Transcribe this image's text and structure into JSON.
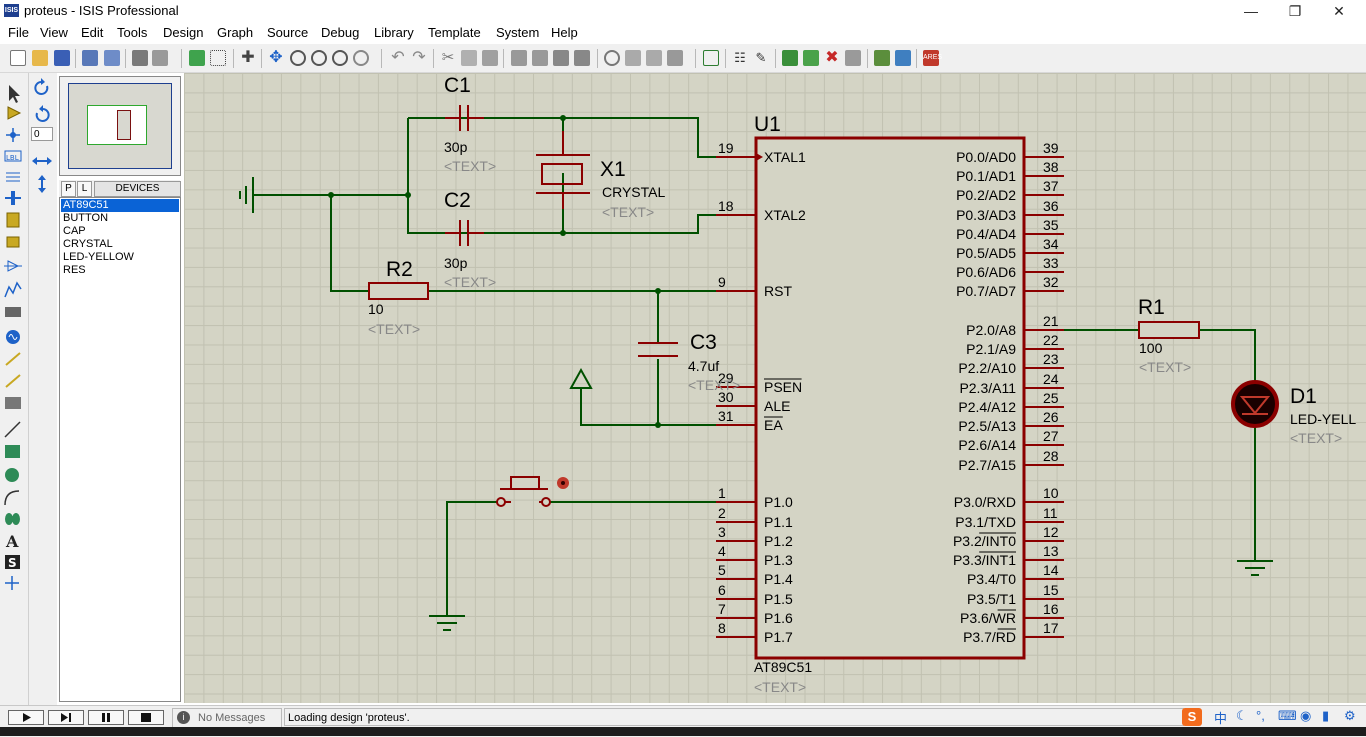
{
  "window": {
    "title": "proteus - ISIS Professional",
    "icon_text": "ISIS"
  },
  "menu": [
    "File",
    "View",
    "Edit",
    "Tools",
    "Design",
    "Graph",
    "Source",
    "Debug",
    "Library",
    "Template",
    "System",
    "Help"
  ],
  "panel": {
    "tabs": [
      "P",
      "L"
    ],
    "header": "DEVICES",
    "devices": [
      "AT89C51",
      "BUTTON",
      "CAP",
      "CRYSTAL",
      "LED-YELLOW",
      "RES"
    ],
    "selected_device": "AT89C51",
    "rotation_value": "0"
  },
  "schematic": {
    "u1": {
      "ref": "U1",
      "part": "AT89C51",
      "text": "<TEXT>"
    },
    "left_pins": [
      {
        "num": "19",
        "name": "XTAL1"
      },
      {
        "num": "18",
        "name": "XTAL2"
      },
      {
        "num": "9",
        "name": "RST"
      },
      {
        "num": "29",
        "name": "PSEN"
      },
      {
        "num": "30",
        "name": "ALE"
      },
      {
        "num": "31",
        "name": "EA"
      },
      {
        "num": "1",
        "name": "P1.0"
      },
      {
        "num": "2",
        "name": "P1.1"
      },
      {
        "num": "3",
        "name": "P1.2"
      },
      {
        "num": "4",
        "name": "P1.3"
      },
      {
        "num": "5",
        "name": "P1.4"
      },
      {
        "num": "6",
        "name": "P1.5"
      },
      {
        "num": "7",
        "name": "P1.6"
      },
      {
        "num": "8",
        "name": "P1.7"
      }
    ],
    "right_pins": [
      {
        "num": "39",
        "name": "P0.0/AD0"
      },
      {
        "num": "38",
        "name": "P0.1/AD1"
      },
      {
        "num": "37",
        "name": "P0.2/AD2"
      },
      {
        "num": "36",
        "name": "P0.3/AD3"
      },
      {
        "num": "35",
        "name": "P0.4/AD4"
      },
      {
        "num": "34",
        "name": "P0.5/AD5"
      },
      {
        "num": "33",
        "name": "P0.6/AD6"
      },
      {
        "num": "32",
        "name": "P0.7/AD7"
      },
      {
        "num": "21",
        "name": "P2.0/A8"
      },
      {
        "num": "22",
        "name": "P2.1/A9"
      },
      {
        "num": "23",
        "name": "P2.2/A10"
      },
      {
        "num": "24",
        "name": "P2.3/A11"
      },
      {
        "num": "25",
        "name": "P2.4/A12"
      },
      {
        "num": "26",
        "name": "P2.5/A13"
      },
      {
        "num": "27",
        "name": "P2.6/A14"
      },
      {
        "num": "28",
        "name": "P2.7/A15"
      },
      {
        "num": "10",
        "name": "P3.0/RXD"
      },
      {
        "num": "11",
        "name": "P3.1/TXD"
      },
      {
        "num": "12",
        "name": "P3.2/INT0"
      },
      {
        "num": "13",
        "name": "P3.3/INT1"
      },
      {
        "num": "14",
        "name": "P3.4/T0"
      },
      {
        "num": "15",
        "name": "P3.5/T1"
      },
      {
        "num": "16",
        "name": "P3.6/WR"
      },
      {
        "num": "17",
        "name": "P3.7/RD"
      }
    ],
    "c1": {
      "ref": "C1",
      "value": "30p",
      "text": "<TEXT>"
    },
    "c2": {
      "ref": "C2",
      "value": "30p",
      "text": "<TEXT>"
    },
    "c3": {
      "ref": "C3",
      "value": "4.7uf",
      "text": "<TEXT>"
    },
    "x1": {
      "ref": "X1",
      "value": "CRYSTAL",
      "text": "<TEXT>"
    },
    "r2": {
      "ref": "R2",
      "value": "10",
      "text": "<TEXT>"
    },
    "r1": {
      "ref": "R1",
      "value": "100",
      "text": "<TEXT>"
    },
    "d1": {
      "ref": "D1",
      "value": "LED-YELL",
      "text": "<TEXT>"
    }
  },
  "statusbar": {
    "messages": "No Messages",
    "status": "Loading design 'proteus'."
  },
  "ime": {
    "lang": "中"
  }
}
